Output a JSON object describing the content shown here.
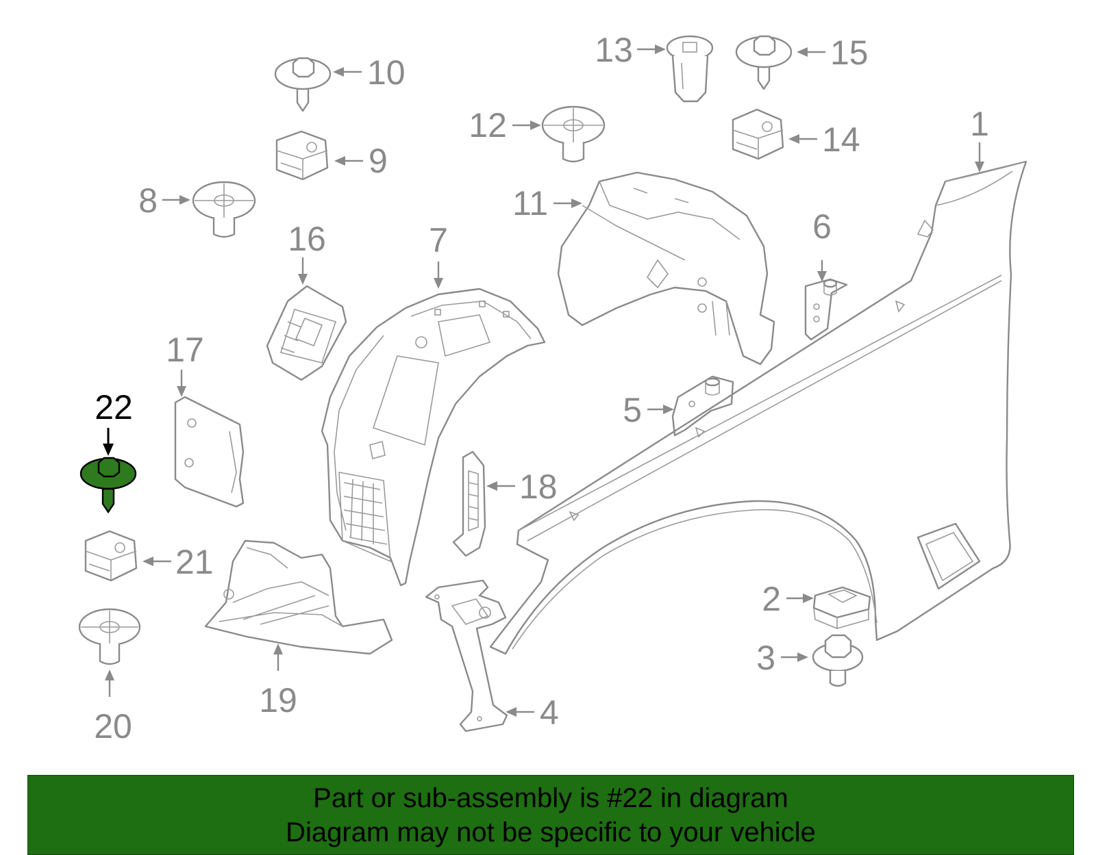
{
  "callouts": [
    "1",
    "2",
    "3",
    "4",
    "5",
    "6",
    "7",
    "8",
    "9",
    "10",
    "11",
    "12",
    "13",
    "14",
    "15",
    "16",
    "17",
    "18",
    "19",
    "20",
    "21",
    "22"
  ],
  "highlighted_callout": "22",
  "colors": {
    "banner": "#1e6e12",
    "highlight_part": "#2f7a1f",
    "line": "#8a8a8a"
  },
  "banner": {
    "line1": "Part or sub-assembly is #22 in diagram",
    "line2": "Diagram may not be specific to your vehicle"
  }
}
